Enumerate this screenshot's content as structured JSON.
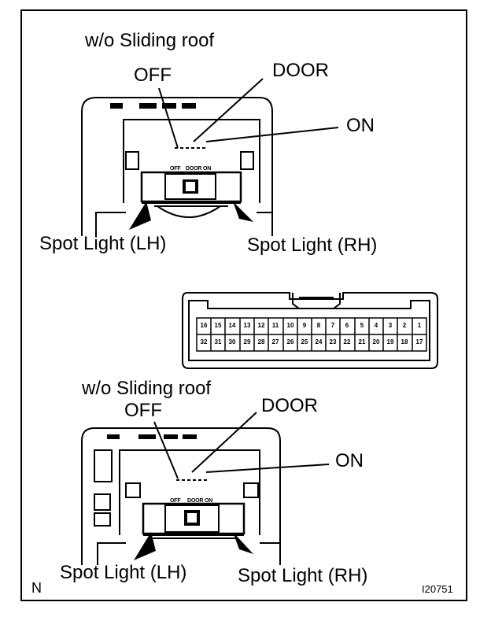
{
  "top_switch": {
    "heading": "w/o Sliding roof",
    "off": "OFF",
    "door": "DOOR",
    "on": "ON",
    "spot_lh": "Spot Light (LH)",
    "spot_rh": "Spot Light (RH)",
    "small_off": "OFF",
    "small_door": "DOOR",
    "small_on": "ON"
  },
  "connector": {
    "row1": [
      "16",
      "15",
      "14",
      "13",
      "12",
      "11",
      "10",
      "9",
      "8",
      "7",
      "6",
      "5",
      "4",
      "3",
      "2",
      "1"
    ],
    "row2": [
      "32",
      "31",
      "30",
      "29",
      "28",
      "27",
      "26",
      "25",
      "24",
      "23",
      "22",
      "21",
      "20",
      "19",
      "18",
      "17"
    ]
  },
  "bottom_switch": {
    "heading": "w/o Sliding roof",
    "off": "OFF",
    "door": "DOOR",
    "on": "ON",
    "spot_lh": "Spot Light (LH)",
    "spot_rh": "Spot Light (RH)",
    "small_off": "OFF",
    "small_door": "DOOR",
    "small_on": "ON"
  },
  "corner_mark": "N",
  "figure_code": "I20751"
}
